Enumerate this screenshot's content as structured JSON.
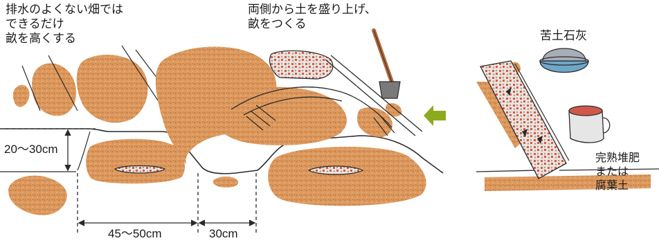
{
  "labels": {
    "drainage_line1": "排水のよくない畑では",
    "drainage_line2": "できるだけ",
    "drainage_line3": "畝を高くする",
    "mounding_line1": "両側から土を盛り上げ、",
    "mounding_line2": "畝をつくる",
    "lime": "苦土石灰",
    "compost_line1": "完熟堆肥",
    "compost_line2": "または",
    "compost_line3": "腐葉土"
  },
  "dimensions": {
    "ridge_height": "20〜30cm",
    "ridge_width": "45〜50cm",
    "furrow_width": "30cm"
  },
  "colors": {
    "soil": "#d9955a",
    "soil_dark": "#b86a3a",
    "soil_light": "#eab684",
    "line": "#2a2a2a",
    "arrow": "#8caa1e",
    "bowl": "#6fa7c9",
    "lime_powder": "#a8aeb8",
    "compost_red": "#d0584a"
  },
  "icons": {
    "direction_arrow": "arrow-left-icon",
    "hoe": "hoe-icon",
    "bowl": "bowl-icon",
    "can": "can-icon"
  }
}
